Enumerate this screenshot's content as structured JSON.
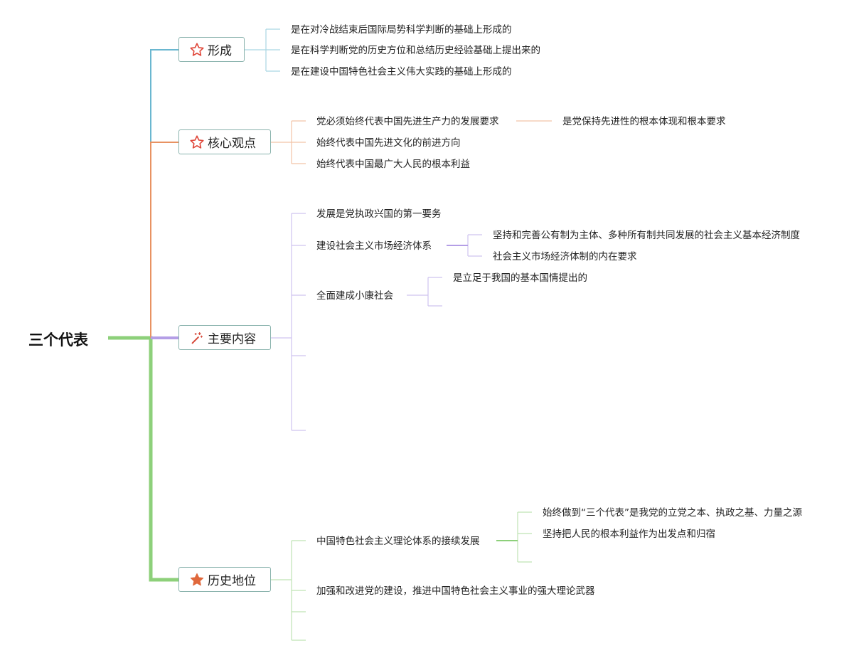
{
  "colors": {
    "root": "#8dd07a",
    "xingcheng": "#6ab7d0",
    "hexin": "#e89262",
    "zhuyao": "#b49ee6",
    "lishi": "#8dd07a",
    "star_outline": "#e0493c",
    "star_filled": "#e0683c",
    "wand": "#d64a3a"
  },
  "root": {
    "label": "三个代表"
  },
  "branches": {
    "xingcheng": {
      "label": "形成",
      "icon": "star-outline-icon",
      "children": [
        "是在对冷战结束后国际局势科学判断的基础上形成的",
        "是在科学判断党的历史方位和总结历史经验基础上提出来的",
        "是在建设中国特色社会主义伟大实践的基础上形成的"
      ]
    },
    "hexin": {
      "label": "核心观点",
      "icon": "star-outline-icon",
      "children": [
        {
          "label": "党必须始终代表中国先进生产力的发展要求",
          "sub": "是党保持先进性的根本体现和根本要求"
        },
        {
          "label": "始终代表中国先进文化的前进方向"
        },
        {
          "label": "始终代表中国最广大人民的根本利益"
        }
      ]
    },
    "zhuyao": {
      "label": "主要内容",
      "icon": "magic-wand-icon",
      "children": [
        {
          "label": "发展是党执政兴国的第一要务"
        },
        {
          "label": "建设社会主义市场经济体系",
          "subs": [
            "坚持和完善公有制为主体、多种所有制共同发展的社会主义基本经济制度",
            "社会主义市场经济体制的内在要求"
          ]
        },
        {
          "label": "全面建成小康社会",
          "subs": [
            "是立足于我国的基本国情提出的"
          ]
        }
      ]
    },
    "lishi": {
      "label": "历史地位",
      "icon": "star-filled-icon",
      "children": [
        {
          "label": "中国特色社会主义理论体系的接续发展",
          "subs": [
            "始终做到“三个代表”是我党的立党之本、执政之基、力量之源",
            "坚持把人民的根本利益作为出发点和归宿"
          ]
        },
        {
          "label": "加强和改进党的建设，推进中国特色社会主义事业的强大理论武器"
        }
      ]
    }
  }
}
